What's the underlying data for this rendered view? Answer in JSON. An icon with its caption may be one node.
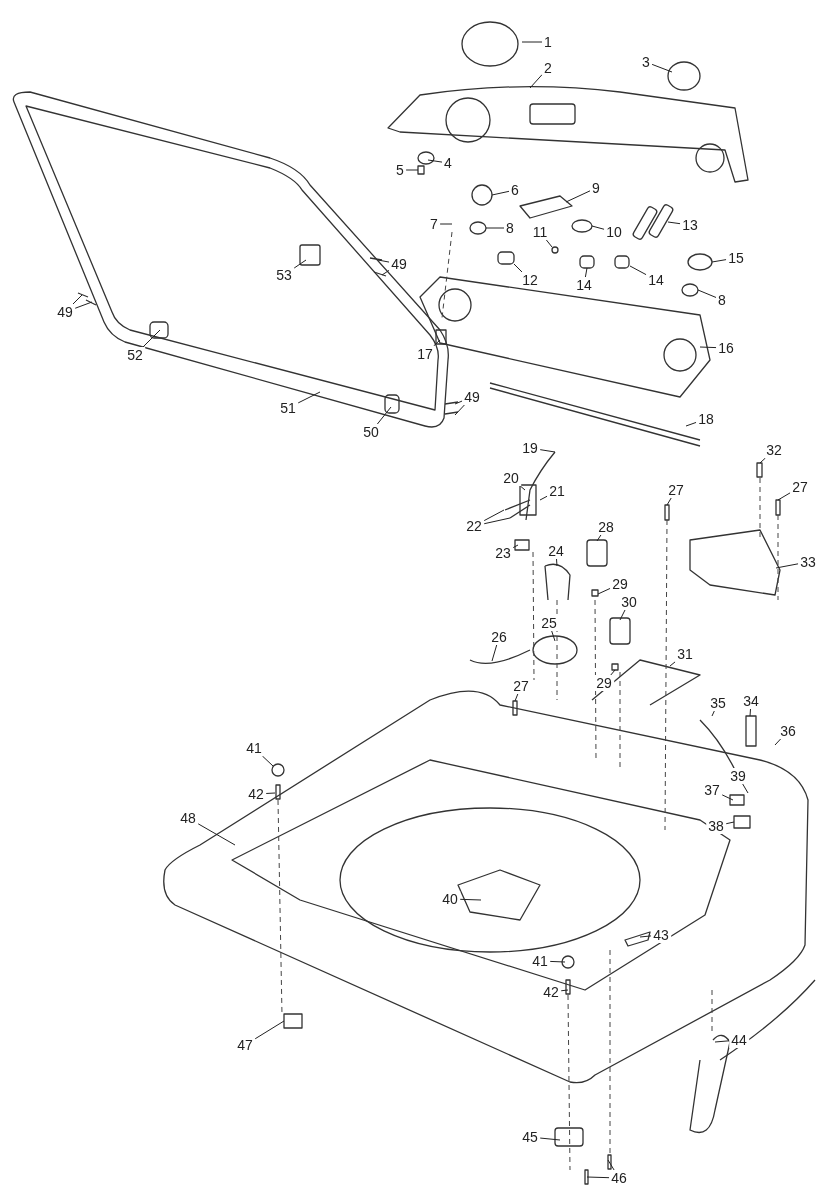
{
  "diagram": {
    "nodes": [
      {
        "text": [
          "1"
        ]
      },
      {
        "text": [
          "2"
        ]
      },
      {
        "text": [
          "3"
        ]
      },
      {
        "text": [
          "4"
        ]
      },
      {
        "text": [
          "5"
        ]
      },
      {
        "text": [
          "6"
        ]
      },
      {
        "text": [
          "7"
        ]
      },
      {
        "text": [
          "8"
        ]
      },
      {
        "text": [
          "9"
        ]
      },
      {
        "text": [
          "10"
        ]
      },
      {
        "text": [
          "11"
        ]
      },
      {
        "text": [
          "12"
        ]
      },
      {
        "text": [
          "13"
        ]
      },
      {
        "text": [
          "14"
        ]
      },
      {
        "text": [
          "14"
        ]
      },
      {
        "text": [
          "15"
        ]
      },
      {
        "text": [
          "8"
        ]
      },
      {
        "text": [
          "16"
        ]
      },
      {
        "text": [
          "17"
        ]
      },
      {
        "text": [
          "18"
        ]
      },
      {
        "text": [
          "19"
        ]
      },
      {
        "text": [
          "20"
        ]
      },
      {
        "text": [
          "21"
        ]
      },
      {
        "text": [
          "22"
        ]
      },
      {
        "text": [
          "23"
        ]
      },
      {
        "text": [
          "24"
        ]
      },
      {
        "text": [
          "25"
        ]
      },
      {
        "text": [
          "26"
        ]
      },
      {
        "text": [
          "27"
        ]
      },
      {
        "text": [
          "27"
        ]
      },
      {
        "text": [
          "27"
        ]
      },
      {
        "text": [
          "28"
        ]
      },
      {
        "text": [
          "29"
        ]
      },
      {
        "text": [
          "30"
        ]
      },
      {
        "text": [
          "29"
        ]
      },
      {
        "text": [
          "31"
        ]
      },
      {
        "text": [
          "32"
        ]
      },
      {
        "text": [
          "33"
        ]
      },
      {
        "text": [
          "34"
        ]
      },
      {
        "text": [
          "35"
        ]
      },
      {
        "text": [
          "36"
        ]
      },
      {
        "text": [
          "37"
        ]
      },
      {
        "text": [
          "38"
        ]
      },
      {
        "text": [
          "39"
        ]
      },
      {
        "text": [
          "40"
        ]
      },
      {
        "text": [
          "41"
        ]
      },
      {
        "text": [
          "42"
        ]
      },
      {
        "text": [
          "43"
        ]
      },
      {
        "text": [
          "41"
        ]
      },
      {
        "text": [
          "42"
        ]
      },
      {
        "text": [
          "44"
        ]
      },
      {
        "text": [
          "45"
        ]
      },
      {
        "text": [
          "46"
        ]
      },
      {
        "text": [
          "47"
        ]
      },
      {
        "text": [
          "48"
        ]
      },
      {
        "text": [
          "49"
        ]
      },
      {
        "text": [
          "49"
        ]
      },
      {
        "text": [
          "49"
        ]
      },
      {
        "text": [
          "50"
        ]
      },
      {
        "text": [
          "51"
        ]
      },
      {
        "text": [
          "52"
        ]
      },
      {
        "text": [
          "53"
        ]
      }
    ],
    "edges": [
      {
        "from": 0,
        "to": null,
        "arrow": "none"
      },
      {
        "from": 1,
        "to": null,
        "arrow": "none"
      },
      {
        "from": 2,
        "to": null,
        "arrow": "none"
      },
      {
        "from": 3,
        "to": null,
        "arrow": "none"
      },
      {
        "from": 4,
        "to": null,
        "arrow": "none"
      },
      {
        "from": 5,
        "to": null,
        "arrow": "none"
      },
      {
        "from": 6,
        "to": null,
        "arrow": "none"
      },
      {
        "from": 7,
        "to": null,
        "arrow": "none"
      },
      {
        "from": 8,
        "to": null,
        "arrow": "none"
      },
      {
        "from": 9,
        "to": null,
        "arrow": "none"
      },
      {
        "from": 10,
        "to": null,
        "arrow": "none"
      },
      {
        "from": 11,
        "to": null,
        "arrow": "none"
      },
      {
        "from": 12,
        "to": null,
        "arrow": "none"
      },
      {
        "from": 13,
        "to": null,
        "arrow": "none"
      },
      {
        "from": 14,
        "to": null,
        "arrow": "none"
      },
      {
        "from": 15,
        "to": null,
        "arrow": "none"
      },
      {
        "from": 16,
        "to": null,
        "arrow": "none"
      },
      {
        "from": 17,
        "to": null,
        "arrow": "none"
      },
      {
        "from": 18,
        "to": null,
        "arrow": "none"
      },
      {
        "from": 19,
        "to": null,
        "arrow": "none"
      },
      {
        "from": 20,
        "to": null,
        "arrow": "none"
      },
      {
        "from": 21,
        "to": null,
        "arrow": "none"
      },
      {
        "from": 22,
        "to": null,
        "arrow": "none"
      },
      {
        "from": 23,
        "to": null,
        "arrow": "none"
      },
      {
        "from": 23,
        "to": null,
        "arrow": "none"
      },
      {
        "from": 24,
        "to": null,
        "arrow": "none"
      },
      {
        "from": 25,
        "to": null,
        "arrow": "none"
      },
      {
        "from": 26,
        "to": null,
        "arrow": "none"
      },
      {
        "from": 27,
        "to": null,
        "arrow": "none"
      },
      {
        "from": 28,
        "to": null,
        "arrow": "none"
      },
      {
        "from": 29,
        "to": null,
        "arrow": "none"
      },
      {
        "from": 30,
        "to": null,
        "arrow": "none"
      },
      {
        "from": 31,
        "to": null,
        "arrow": "none"
      },
      {
        "from": 32,
        "to": null,
        "arrow": "none"
      },
      {
        "from": 33,
        "to": null,
        "arrow": "none"
      },
      {
        "from": 34,
        "to": null,
        "arrow": "none"
      },
      {
        "from": 35,
        "to": null,
        "arrow": "none"
      },
      {
        "from": 36,
        "to": null,
        "arrow": "none"
      },
      {
        "from": 37,
        "to": null,
        "arrow": "none"
      },
      {
        "from": 38,
        "to": null,
        "arrow": "none"
      },
      {
        "from": 39,
        "to": null,
        "arrow": "none"
      },
      {
        "from": 40,
        "to": null,
        "arrow": "none"
      },
      {
        "from": 41,
        "to": null,
        "arrow": "none"
      },
      {
        "from": 42,
        "to": null,
        "arrow": "none"
      },
      {
        "from": 43,
        "to": null,
        "arrow": "none"
      },
      {
        "from": 44,
        "to": null,
        "arrow": "none"
      },
      {
        "from": 45,
        "to": null,
        "arrow": "none"
      },
      {
        "from": 46,
        "to": null,
        "arrow": "none"
      },
      {
        "from": 47,
        "to": null,
        "arrow": "none"
      },
      {
        "from": 48,
        "to": null,
        "arrow": "none"
      },
      {
        "from": 49,
        "to": null,
        "arrow": "none"
      },
      {
        "from": 50,
        "to": null,
        "arrow": "none"
      },
      {
        "from": 51,
        "to": null,
        "arrow": "none"
      },
      {
        "from": 52,
        "to": null,
        "arrow": "none"
      },
      {
        "from": 52,
        "to": null,
        "arrow": "none"
      },
      {
        "from": 53,
        "to": null,
        "arrow": "none"
      },
      {
        "from": 54,
        "to": null,
        "arrow": "none"
      },
      {
        "from": 55,
        "to": null,
        "arrow": "none"
      },
      {
        "from": 55,
        "to": null,
        "arrow": "none"
      },
      {
        "from": 56,
        "to": null,
        "arrow": "none"
      },
      {
        "from": 56,
        "to": null,
        "arrow": "none"
      },
      {
        "from": 57,
        "to": null,
        "arrow": "none"
      },
      {
        "from": 57,
        "to": null,
        "arrow": "none"
      },
      {
        "from": 58,
        "to": null,
        "arrow": "none"
      },
      {
        "from": 59,
        "to": null,
        "arrow": "none"
      },
      {
        "from": 60,
        "to": null,
        "arrow": "none"
      },
      {
        "from": 61,
        "to": null,
        "arrow": "none"
      }
    ]
  }
}
